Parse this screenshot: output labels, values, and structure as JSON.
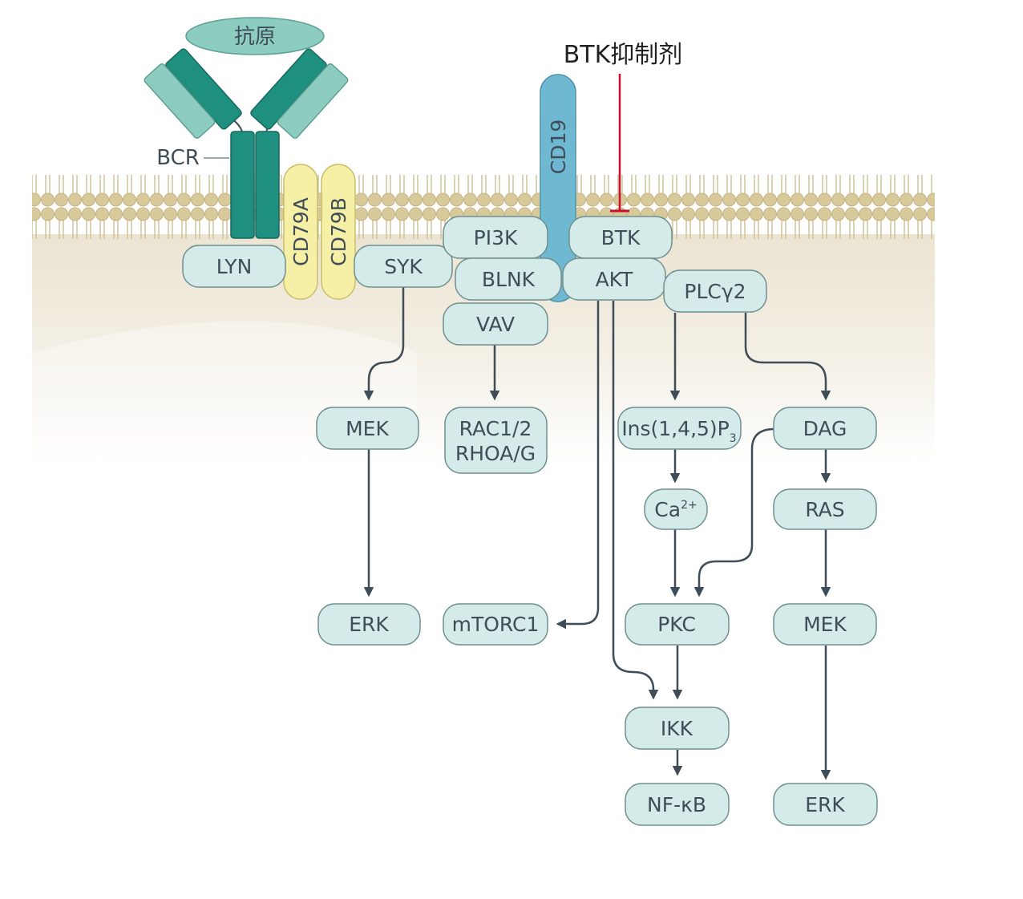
{
  "inhibitor_label": "BTK抑制剂",
  "antigen_label": "抗原",
  "bcr_label": "BCR",
  "receptors": {
    "cd79a": "CD79A",
    "cd79b": "CD79B",
    "cd19": "CD19"
  },
  "nodes": {
    "lyn": "LYN",
    "syk": "SYK",
    "pi3k": "PI3K",
    "btk": "BTK",
    "blnk": "BLNK",
    "akt": "AKT",
    "plcg2": "PLCγ2",
    "vav": "VAV",
    "mek_left": "MEK",
    "rac_line1": "RAC1/2",
    "rac_line2": "RHOA/G",
    "ins_main": "Ins(1,4,5)P",
    "ins_sub": "3",
    "dag": "DAG",
    "ca_main": "Ca",
    "ca_sup": "2+",
    "ras": "RAS",
    "erk_left": "ERK",
    "mtorc1": "mTORC1",
    "pkc": "PKC",
    "mek_right": "MEK",
    "ikk": "IKK",
    "nfkb": "NF-κB",
    "erk_right": "ERK"
  },
  "colors": {
    "node_fill": "#d5ebe9",
    "node_stroke": "#6e8f8f",
    "bcr_dark": "#1f8f7f",
    "bcr_light": "#8ccdc0",
    "cd79_fill": "#f5f0a6",
    "cd19_fill": "#6fb8d2",
    "arrow": "#3f4d59",
    "inhibitor": "#c8102e"
  }
}
